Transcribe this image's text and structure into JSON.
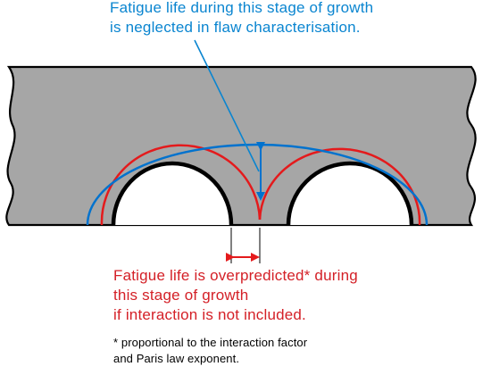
{
  "colors": {
    "plate_fill": "#a6a6a6",
    "plate_edge": "#000000",
    "crack_black": "#000000",
    "crack_red": "#e41a1c",
    "crack_blue": "#0072ce",
    "top_annotation": "#0a85d0",
    "bottom_annotation": "#d42027",
    "background": "#ffffff"
  },
  "annotations": {
    "top": {
      "lines": [
        "Fatigue life during this stage of growth",
        "is neglected in flaw characterisation."
      ]
    },
    "bottom": {
      "lines": [
        "Fatigue life is overpredicted* during",
        "this stage of growth",
        "if interaction is not included."
      ]
    },
    "footnote": {
      "lines": [
        "* proportional to the interaction factor",
        "and Paris law exponent."
      ]
    }
  }
}
